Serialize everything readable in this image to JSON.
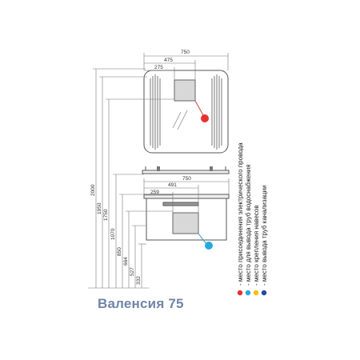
{
  "title": "Валенсия 75",
  "colors": {
    "line": "#555555",
    "dim_line": "#777777",
    "title": "#6f86a8",
    "electric": "#e8312f",
    "water": "#27a9df",
    "mount": "#f2c200",
    "sewer": "#2c46a0"
  },
  "mirror": {
    "width_dims": [
      "750",
      "475",
      "275"
    ]
  },
  "cabinet": {
    "width_dims": [
      "750",
      "491",
      "259"
    ]
  },
  "heights": [
    "2000",
    "1950",
    "1750",
    "1070",
    "850",
    "664",
    "527",
    "332"
  ],
  "legend": [
    {
      "text": "- место присоединения электрического провода",
      "color_key": "electric"
    },
    {
      "text": "- место для вывода труб водоснабжения",
      "color_key": "water"
    },
    {
      "text": "- место крепления навесов",
      "color_key": "mount"
    },
    {
      "text": "- место вывода труб канализации",
      "color_key": "sewer"
    }
  ],
  "legend_dot_icons": [
    "electric-dot-icon",
    "water-dot-icon",
    "mount-dot-icon",
    "sewer-dot-icon"
  ]
}
